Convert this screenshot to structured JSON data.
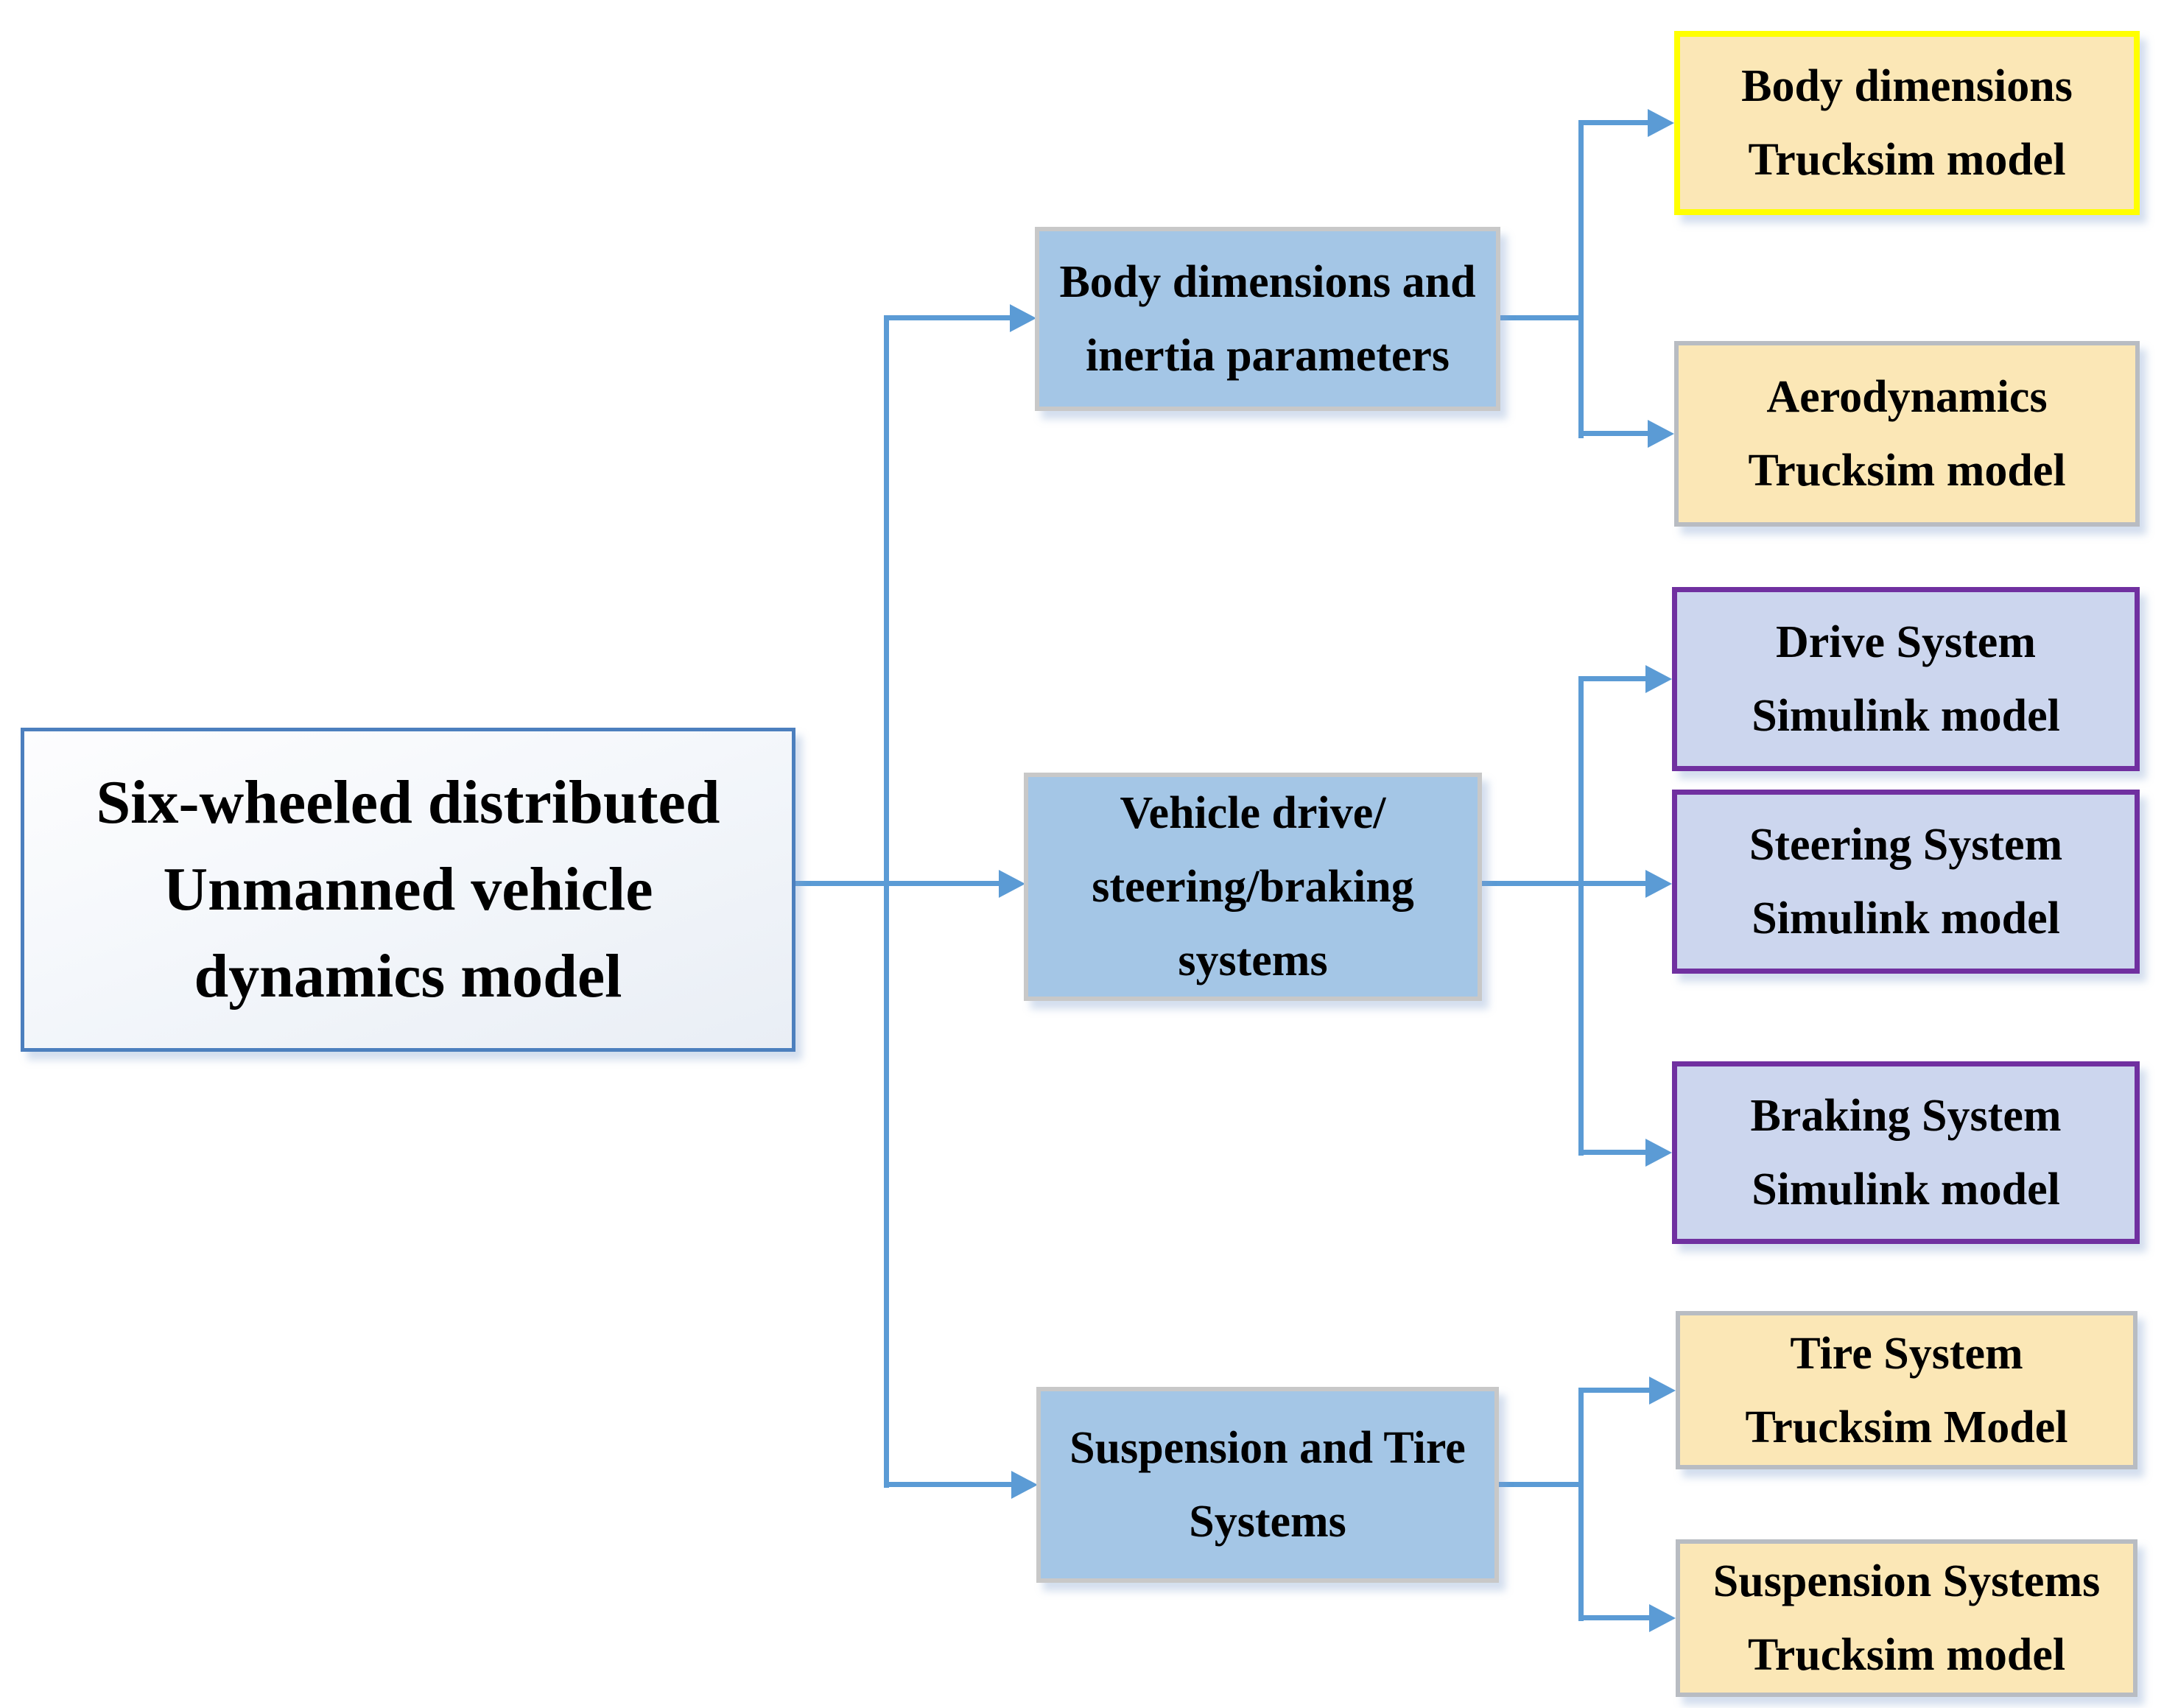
{
  "colors": {
    "connector": "#5B9BD5",
    "root_border": "#4C7FBE",
    "root_fill_gradient": [
      "#FDFDFE",
      "#E9EEF5"
    ],
    "level2_fill": "#A4C6E6",
    "level2_border": "#C8C8C8",
    "simulink_fill": "#CCD6EE",
    "simulink_border": "#7030A0",
    "trucksim_fill": "#FBE7B6",
    "trucksim_border": "#B8BCC2",
    "trucksim_border_highlight": "#FFFF00",
    "text": "#000000"
  },
  "nodes": {
    "root": {
      "lines": [
        "Six-wheeled distributed",
        "Unmanned vehicle",
        "dynamics model"
      ]
    },
    "body_inertia": {
      "lines": [
        "Body dimensions and",
        "inertia parameters"
      ]
    },
    "drive_steer_brake": {
      "lines": [
        "Vehicle drive/",
        "steering/braking",
        "systems"
      ]
    },
    "suspension_tire": {
      "lines": [
        "Suspension and Tire",
        "Systems"
      ]
    },
    "body_trucksim": {
      "lines": [
        "Body dimensions",
        "Trucksim model"
      ]
    },
    "aero_trucksim": {
      "lines": [
        "Aerodynamics",
        "Trucksim model"
      ]
    },
    "drive_simulink": {
      "lines": [
        "Drive System",
        "Simulink model"
      ]
    },
    "steering_simulink": {
      "lines": [
        "Steering System",
        "Simulink model"
      ]
    },
    "braking_simulink": {
      "lines": [
        "Braking System",
        "Simulink model"
      ]
    },
    "tire_trucksim": {
      "lines": [
        "Tire System",
        "Trucksim Model"
      ]
    },
    "suspension_trucksim": {
      "lines": [
        "Suspension Systems",
        "Trucksim model"
      ]
    }
  }
}
